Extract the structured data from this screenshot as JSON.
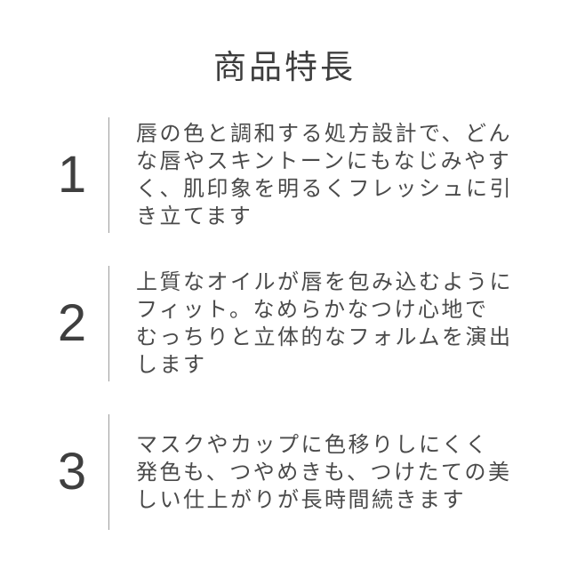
{
  "page": {
    "title": "商品特長",
    "background_color": "#ffffff"
  },
  "colors": {
    "title_text": "#3e3e3e",
    "feature_number": "#3f3f3f",
    "body_text": "#4a4a4a",
    "divider_line": "#9c9c9c"
  },
  "features": [
    {
      "number": "1",
      "lines": [
        "唇の色と調和する処方設計で、どん",
        "な唇やスキントーンにもなじみやす",
        "く、肌印象を明るくフレッシュに引",
        "き立てます"
      ]
    },
    {
      "number": "2",
      "lines": [
        "上質なオイルが唇を包み込むように",
        "フィット。なめらかなつけ心地で",
        "むっちりと立体的なフォルムを演出",
        "します"
      ]
    },
    {
      "number": "3",
      "lines": [
        "マスクやカップに色移りしにくく",
        "発色も、つやめきも、つけたての美",
        "しい仕上がりが長時間続きます"
      ]
    }
  ]
}
